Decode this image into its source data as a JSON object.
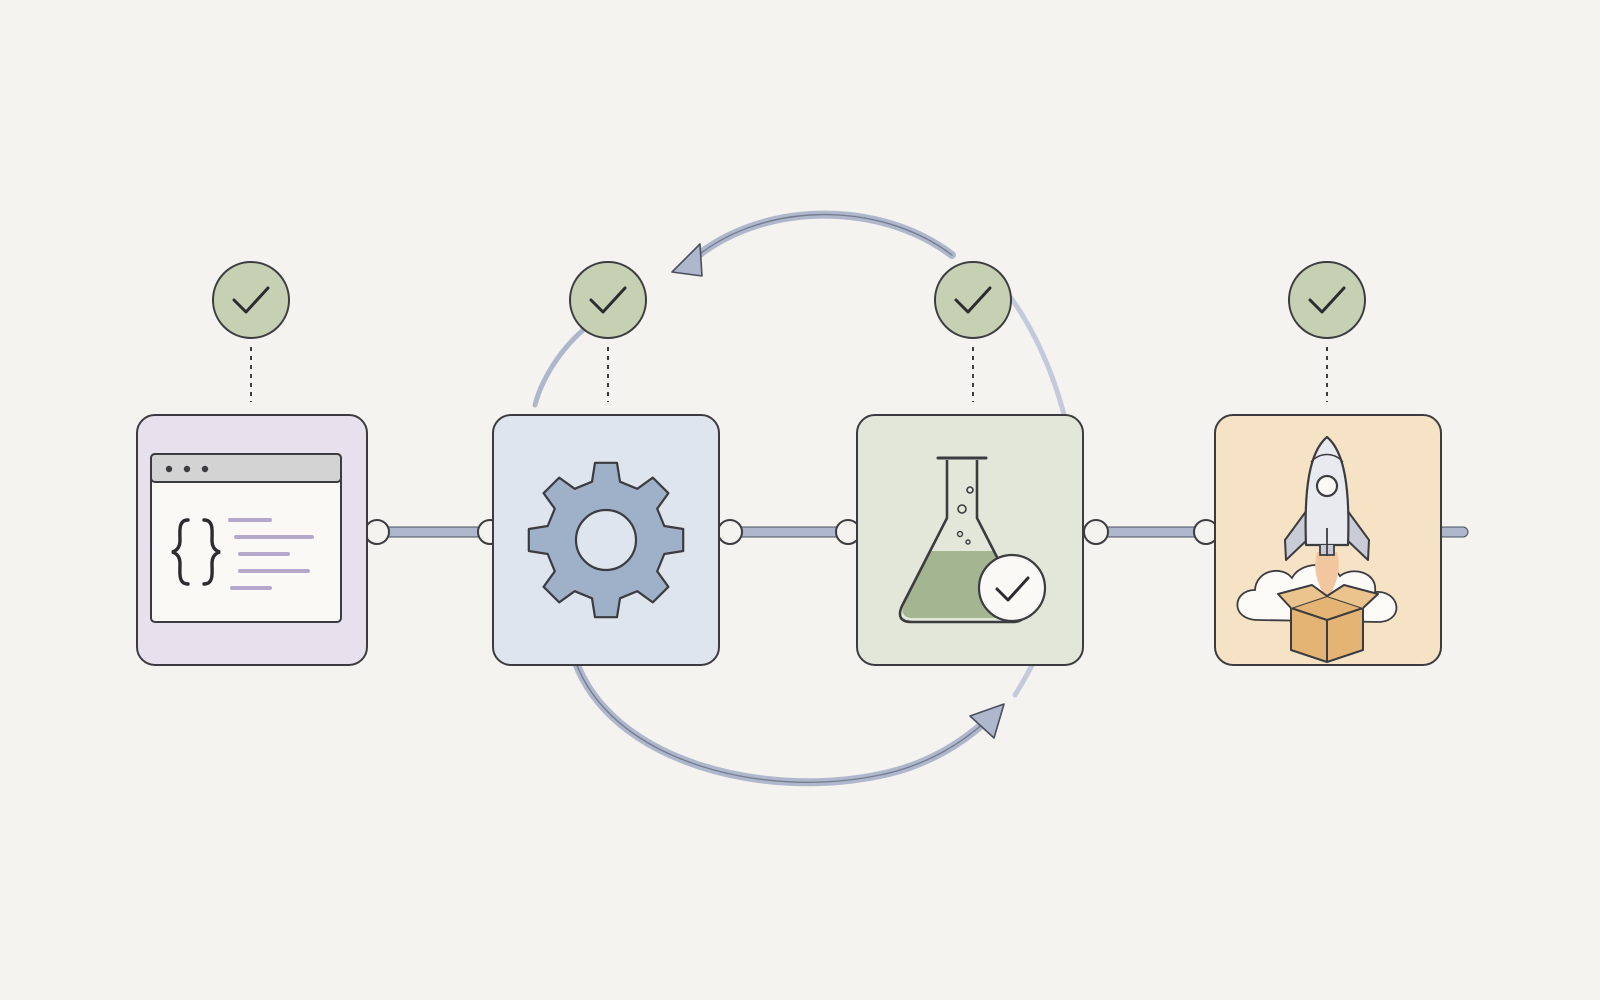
{
  "diagram": {
    "stages": [
      {
        "id": "code",
        "icon": "code-editor-icon",
        "status_icon": "checkmark-icon",
        "fill": "#e6e1ec"
      },
      {
        "id": "build",
        "icon": "gear-icon",
        "status_icon": "checkmark-icon",
        "fill": "#dfe5ee"
      },
      {
        "id": "test",
        "icon": "flask-icon",
        "status_icon": "checkmark-icon",
        "fill": "#e2e7d9"
      },
      {
        "id": "deploy",
        "icon": "rocket-icon",
        "status_icon": "checkmark-icon",
        "fill": "#f6e3c6"
      }
    ],
    "loop_icon": "cycle-arrows-icon",
    "colors": {
      "background": "#f4f3ef",
      "outline": "#3c3c40",
      "connector": "#aeb7cc",
      "check_circle": "#c6d1b4",
      "gear": "#9fb0c9",
      "liquid": "#a3b591",
      "box": "#d9a45f"
    }
  }
}
